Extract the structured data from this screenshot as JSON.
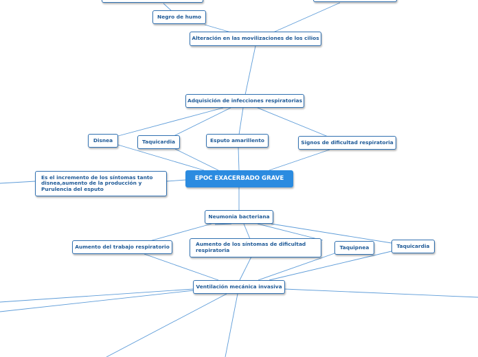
{
  "diagram": {
    "root": "EPOC EXACERBADO GRAVE",
    "nodes": {
      "negro_humo": "Negro de humo",
      "alteracion": "Alteración en las movilizaciones de los cilios",
      "adquisicion": "Adquisición de infecciones respiratorias",
      "disnea": "Disnea",
      "taquicardia_top": "Taquicardia",
      "esputo": "Esputo amarillento",
      "signos": "Signos de dificultad respiratoria",
      "incremento": "Es el incremento de los síntomas tanto disnea,aumento de la producción y Purulencia del esputo",
      "neumonia": "Neumonia bacteriana",
      "trabajo": "Aumento del trabajo respiratorio",
      "sintomas": "Aumento de los síntomas de dificultad respiratoria",
      "taquipnea": "Taquipnea",
      "taquicardia_right": "Taquicardia",
      "ventilacion": "Ventilación mecánica invasiva"
    }
  },
  "colors": {
    "link": "#5c9bd8",
    "border": "#2e6fb0",
    "text": "#1f5a97",
    "root_fill": "#2b8be0"
  }
}
